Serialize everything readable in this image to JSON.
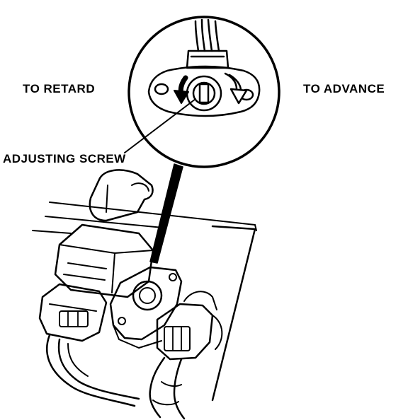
{
  "labels": {
    "retard": "TO RETARD",
    "advance": "TO ADVANCE",
    "adjusting_screw": "ADJUSTING SCREW"
  },
  "colors": {
    "ink": "#000000",
    "paper": "#ffffff"
  }
}
